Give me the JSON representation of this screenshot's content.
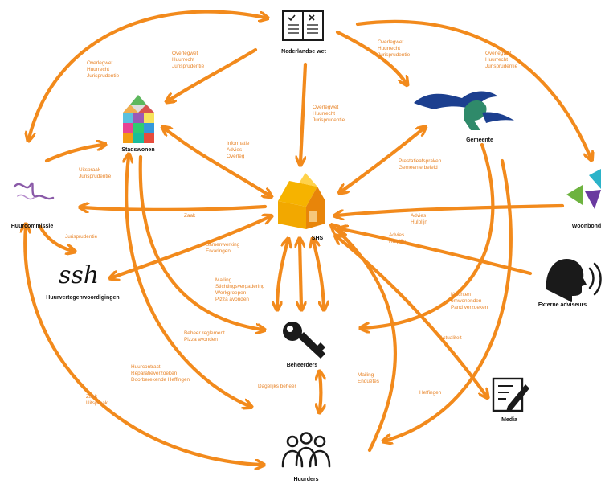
{
  "nodes": {
    "nederlandse_wet": "Nederlandse wet",
    "stadswonen": "Stadswonen",
    "gemeente": "Gemeente",
    "huurcommissie": "Huurcommissie",
    "shs": "SHS",
    "woonbond": "Woonbond",
    "ssh_logo_text": "ssh",
    "huurvertegenwoordigingen": "Huurvertegenwoordigingen",
    "externe_adviseurs": "Externe adviseurs",
    "beheerders": "Beheerders",
    "media": "Media",
    "huurders": "Huurders"
  },
  "edge_labels": {
    "wet_huurcommissie": [
      "Overlegwet",
      "Huurrecht",
      "Jurisprudentie"
    ],
    "wet_stadswonen": [
      "Overlegwet",
      "Huurrecht",
      "Jurisprudentie"
    ],
    "wet_gemeente": [
      "Overlegwet",
      "Huurrecht",
      "Jurisprudentie"
    ],
    "wet_woonbond": [
      "Overlegwet",
      "Huurrecht",
      "Jurisprudentie"
    ],
    "wet_shs": [
      "Overlegwet",
      "Huurrecht",
      "Jurisprudentie"
    ],
    "stadswonen_shs": [
      "Informatie",
      "Advies",
      "Overleg"
    ],
    "gemeente_shs": [
      "Prestatieafspraken",
      "Gemeente beleid"
    ],
    "huurcommissie_stadswonen": [
      "Uitspraak",
      "Jurisprudentie"
    ],
    "shs_huurcommissie": [
      "Zaak"
    ],
    "woonbond_shs": [
      "Advies",
      "Hulplijn"
    ],
    "huurcommissie_ssh": [
      "Jurisprudentie"
    ],
    "ssh_shs": [
      "Samenwerking",
      "Ervaringen"
    ],
    "externe_shs": [
      "Advies",
      "Hulplijn"
    ],
    "shs_beheerders": [
      "Mailing",
      "Stichtingsvergadering",
      "Werkgroepen",
      "Pizza avonden"
    ],
    "gemeente_beheerders": [
      "Klachten",
      "omwonenden",
      "Pand verzoeken"
    ],
    "stadswonen_beheerders": [
      "Beheer reglement",
      "Pizza avonden"
    ],
    "shs_media": [
      "Actualiteit"
    ],
    "stadswonen_huurders": [
      "Huurcontract",
      "Reparatieverzoeken",
      "Doorberekende Heffingen"
    ],
    "beheerders_huurders": [
      "Dagelijks beheer"
    ],
    "huurders_shs": [
      "Mailing",
      "Enquêtes"
    ],
    "gemeente_huurders": [
      "Heffingen"
    ],
    "huurcommissie_huurders": [
      "Zaak",
      "Uitspraak"
    ]
  },
  "colors": {
    "arrow": "#f28a1c",
    "label": "#e8852a",
    "house": "#f2a800",
    "gemeente_blue": "#1c3f8f",
    "gemeente_green": "#2f8a6a",
    "woonbond_green": "#6db33f",
    "woonbond_purple": "#6a3aa0",
    "woonbond_cyan": "#2bb3c9",
    "huurcommissie_purple": "#8a5aa8"
  }
}
